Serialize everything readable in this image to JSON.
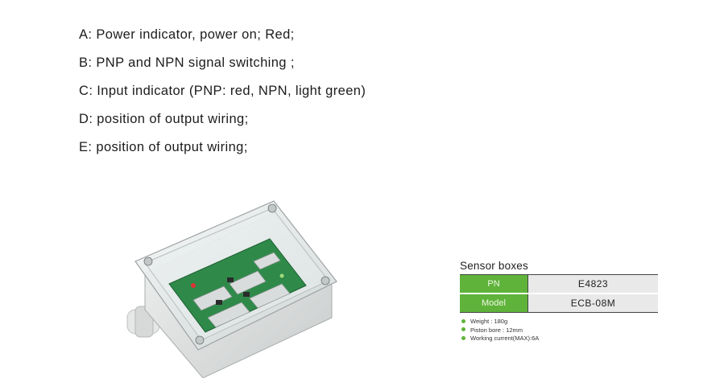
{
  "notes": [
    "A: Power indicator, power on; Red;",
    "B: PNP and NPN signal switching ;",
    "C: Input indicator (PNP: red, NPN, light green)",
    "D: position of output wiring;",
    "E: position of output wiring;"
  ],
  "product": {
    "image_label": "sensor-box-photo",
    "pcb_color": "#2f8a4a",
    "enclosure_color": "#e4e6e6"
  },
  "spec": {
    "title": "Sensor boxes",
    "rows": [
      {
        "key": "PN",
        "value": "E4823"
      },
      {
        "key": "Model",
        "value": "ECB-08M"
      }
    ],
    "bullets": [
      "Weight : 180g",
      "Piston bore : 12mm",
      "Working current(MAX):6A"
    ],
    "accent_color": "#5fb33a"
  }
}
